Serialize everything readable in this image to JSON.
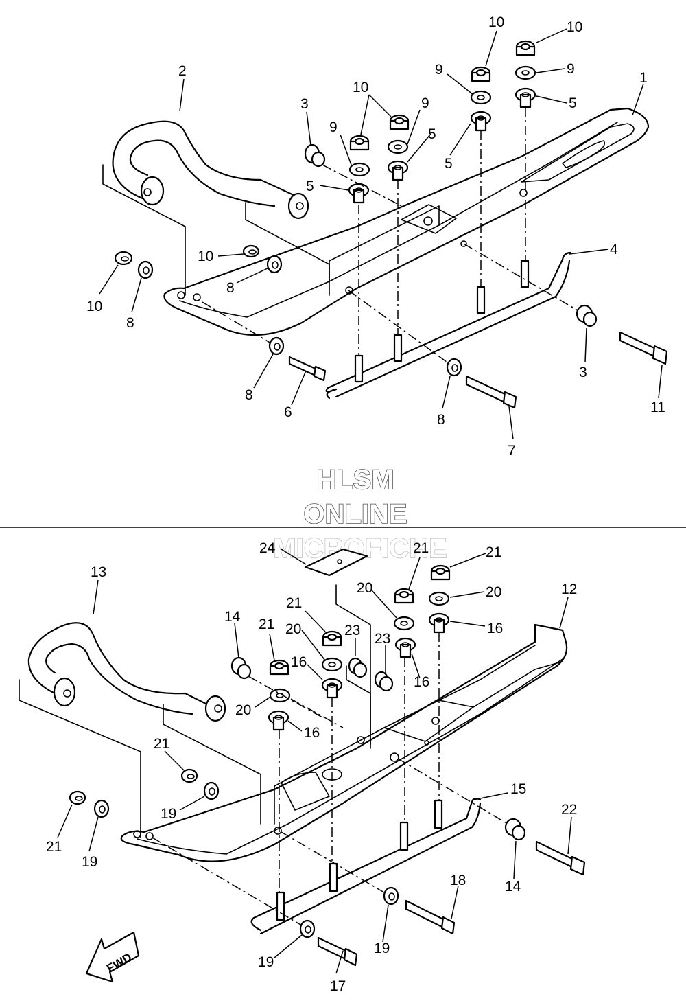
{
  "watermark": {
    "line1": "HLSM",
    "line2": "ONLINE",
    "line3": "MICROFICHE"
  },
  "fwd_label": "FWD",
  "callouts": {
    "upper": [
      {
        "id": "u1",
        "text": "1"
      },
      {
        "id": "u2",
        "text": "2"
      },
      {
        "id": "u3a",
        "text": "3"
      },
      {
        "id": "u3b",
        "text": "3"
      },
      {
        "id": "u4",
        "text": "4"
      },
      {
        "id": "u5a",
        "text": "5"
      },
      {
        "id": "u5b",
        "text": "5"
      },
      {
        "id": "u5c",
        "text": "5"
      },
      {
        "id": "u5d",
        "text": "5"
      },
      {
        "id": "u6",
        "text": "6"
      },
      {
        "id": "u7",
        "text": "7"
      },
      {
        "id": "u8a",
        "text": "8"
      },
      {
        "id": "u8b",
        "text": "8"
      },
      {
        "id": "u8c",
        "text": "8"
      },
      {
        "id": "u8d",
        "text": "8"
      },
      {
        "id": "u9a",
        "text": "9"
      },
      {
        "id": "u9b",
        "text": "9"
      },
      {
        "id": "u9c",
        "text": "9"
      },
      {
        "id": "u9d",
        "text": "9"
      },
      {
        "id": "u10a",
        "text": "10"
      },
      {
        "id": "u10b",
        "text": "10"
      },
      {
        "id": "u10c",
        "text": "10"
      },
      {
        "id": "u10d",
        "text": "10"
      },
      {
        "id": "u10e",
        "text": "10"
      },
      {
        "id": "u11",
        "text": "11"
      }
    ],
    "lower": [
      {
        "id": "l12",
        "text": "12"
      },
      {
        "id": "l13",
        "text": "13"
      },
      {
        "id": "l14a",
        "text": "14"
      },
      {
        "id": "l14b",
        "text": "14"
      },
      {
        "id": "l15",
        "text": "15"
      },
      {
        "id": "l16a",
        "text": "16"
      },
      {
        "id": "l16b",
        "text": "16"
      },
      {
        "id": "l16c",
        "text": "16"
      },
      {
        "id": "l16d",
        "text": "16"
      },
      {
        "id": "l17",
        "text": "17"
      },
      {
        "id": "l18",
        "text": "18"
      },
      {
        "id": "l19a",
        "text": "19"
      },
      {
        "id": "l19b",
        "text": "19"
      },
      {
        "id": "l19c",
        "text": "19"
      },
      {
        "id": "l19d",
        "text": "19"
      },
      {
        "id": "l20a",
        "text": "20"
      },
      {
        "id": "l20b",
        "text": "20"
      },
      {
        "id": "l20c",
        "text": "20"
      },
      {
        "id": "l20d",
        "text": "20"
      },
      {
        "id": "l21a",
        "text": "21"
      },
      {
        "id": "l21b",
        "text": "21"
      },
      {
        "id": "l21c",
        "text": "21"
      },
      {
        "id": "l21d",
        "text": "21"
      },
      {
        "id": "l21e",
        "text": "21"
      },
      {
        "id": "l21f",
        "text": "21"
      },
      {
        "id": "l22",
        "text": "22"
      },
      {
        "id": "l23a",
        "text": "23"
      },
      {
        "id": "l23b",
        "text": "23"
      },
      {
        "id": "l24",
        "text": "24"
      }
    ]
  }
}
